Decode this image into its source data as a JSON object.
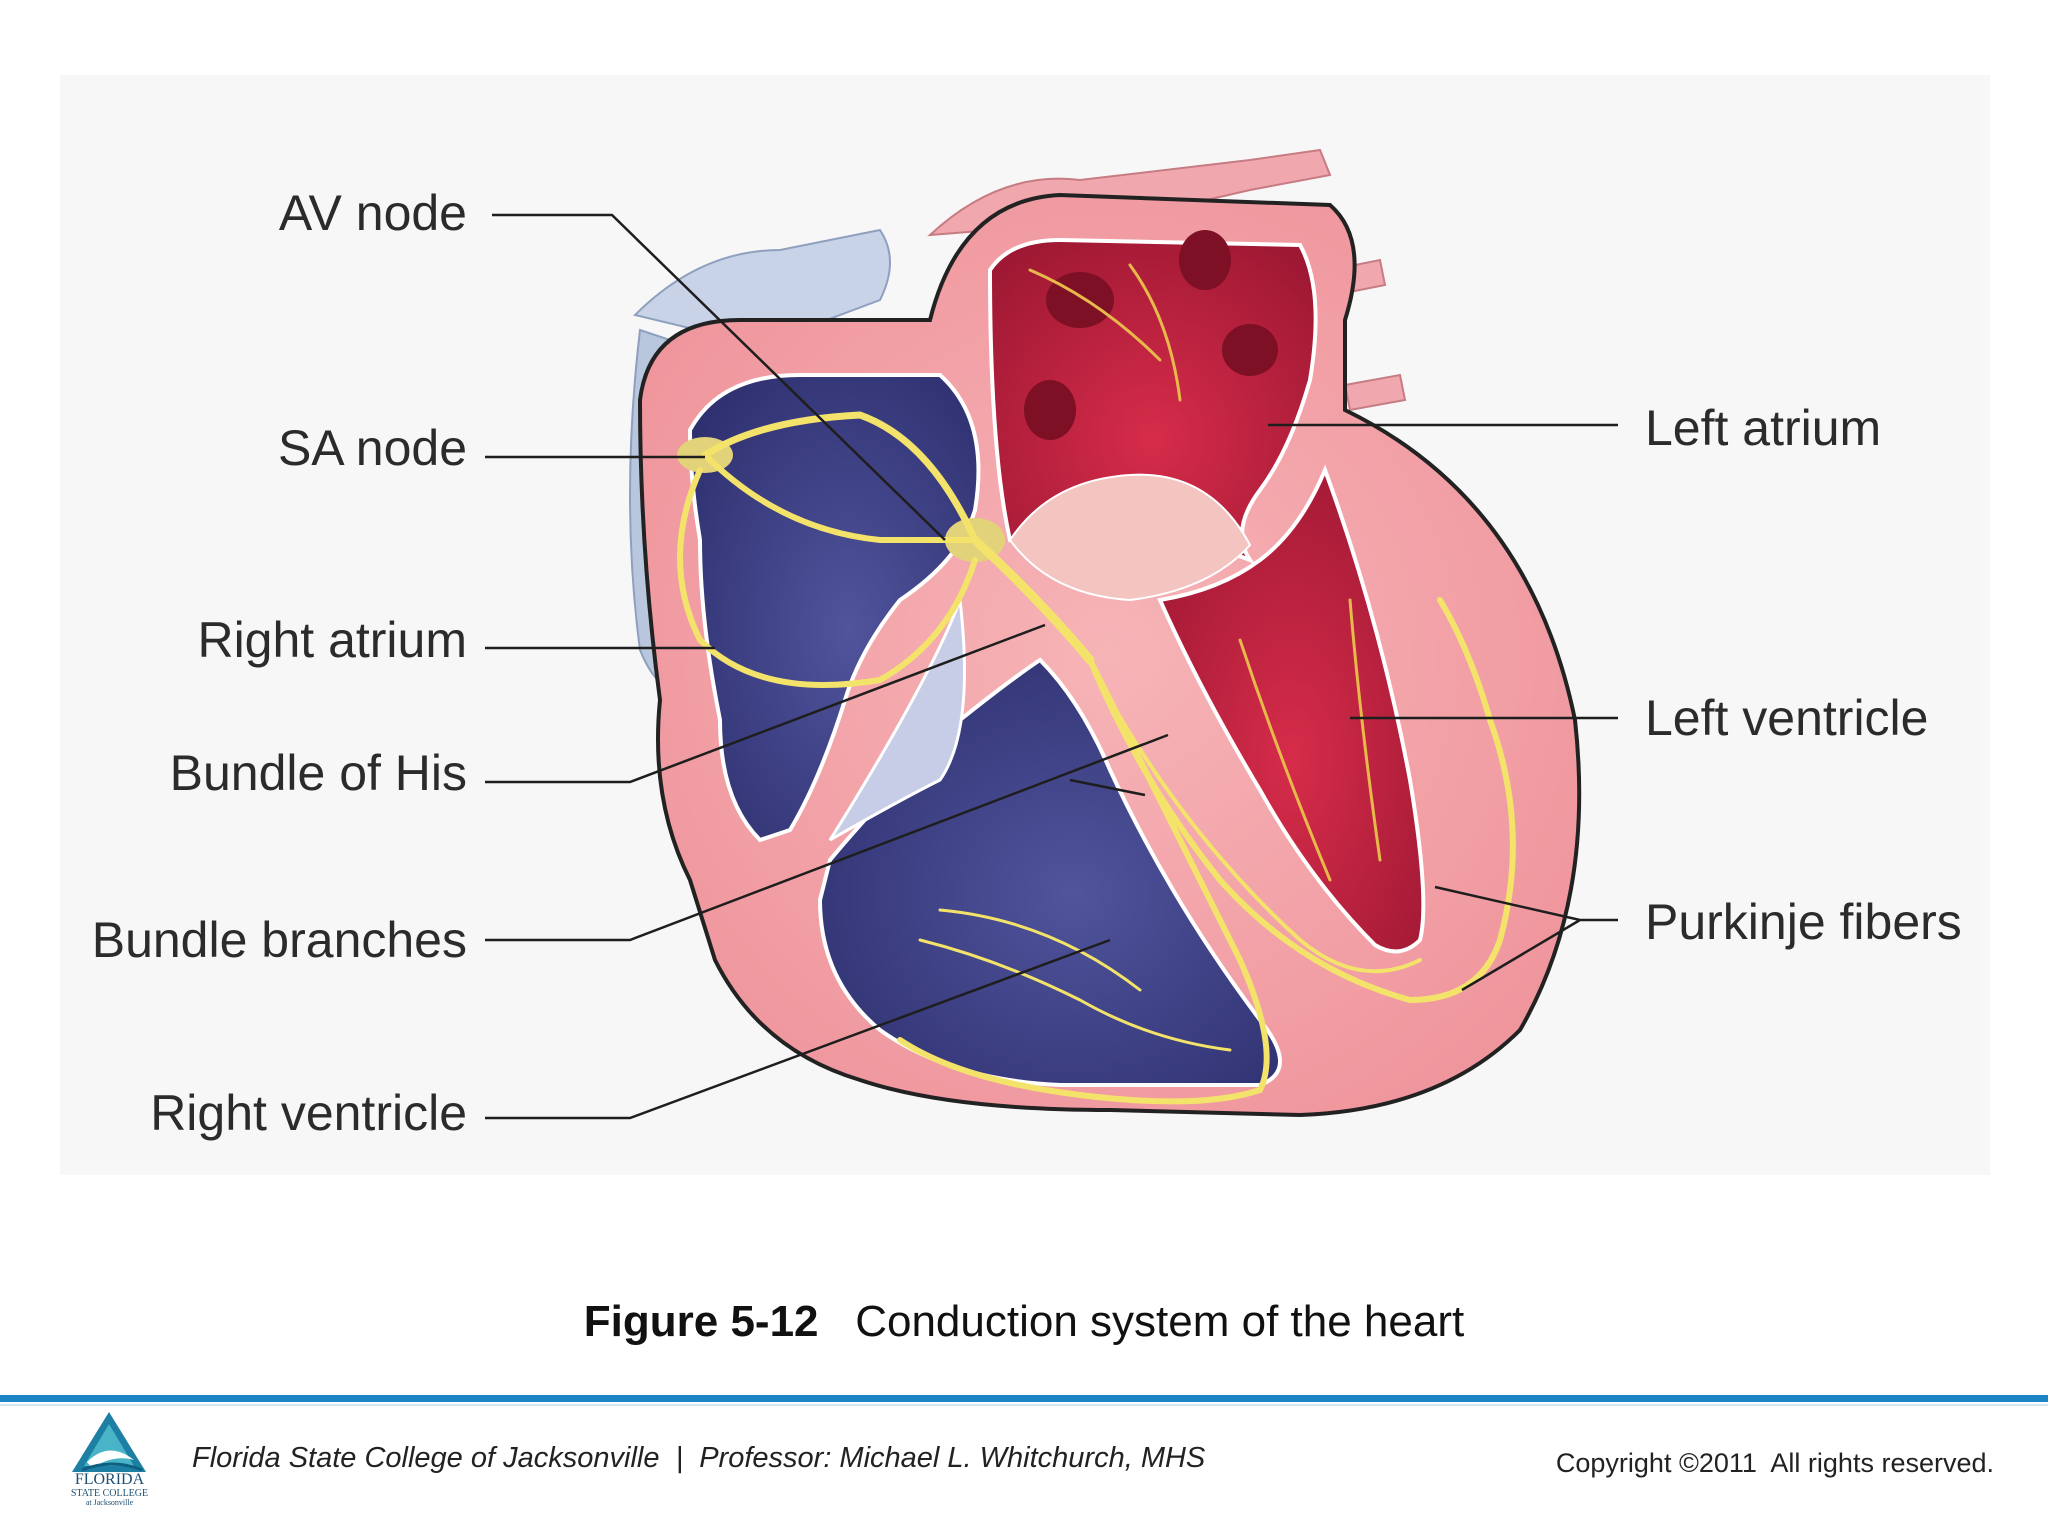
{
  "diagram": {
    "labels_left": [
      {
        "id": "av-node",
        "text": "AV node"
      },
      {
        "id": "sa-node",
        "text": "SA node"
      },
      {
        "id": "right-atrium",
        "text": "Right atrium"
      },
      {
        "id": "bundle-of-his",
        "text": "Bundle of His"
      },
      {
        "id": "bundle-branches",
        "text": "Bundle branches"
      },
      {
        "id": "right-ventricle",
        "text": "Right ventricle"
      }
    ],
    "labels_right": [
      {
        "id": "left-atrium",
        "text": "Left atrium"
      },
      {
        "id": "left-ventricle",
        "text": "Left ventricle"
      },
      {
        "id": "purkinje-fibers",
        "text": "Purkinje fibers"
      }
    ]
  },
  "caption": {
    "figure_number": "Figure 5-12",
    "title": "Conduction system of the heart"
  },
  "footer": {
    "logo_text_line1": "FLORIDA",
    "logo_text_line2": "STATE COLLEGE",
    "logo_text_line3": "at Jacksonville",
    "credit": "Florida State College of Jacksonville  |  Professor: Michael L. Whitchurch, MHS",
    "copyright": "Copyright ©2011  All rights reserved."
  },
  "colors": {
    "footer_rule": "#1c83c4",
    "myocardium": "#f2a3a8",
    "right_chambers": "#3c3f86",
    "left_chambers": "#c2233f",
    "conduction": "#f4e36a"
  }
}
